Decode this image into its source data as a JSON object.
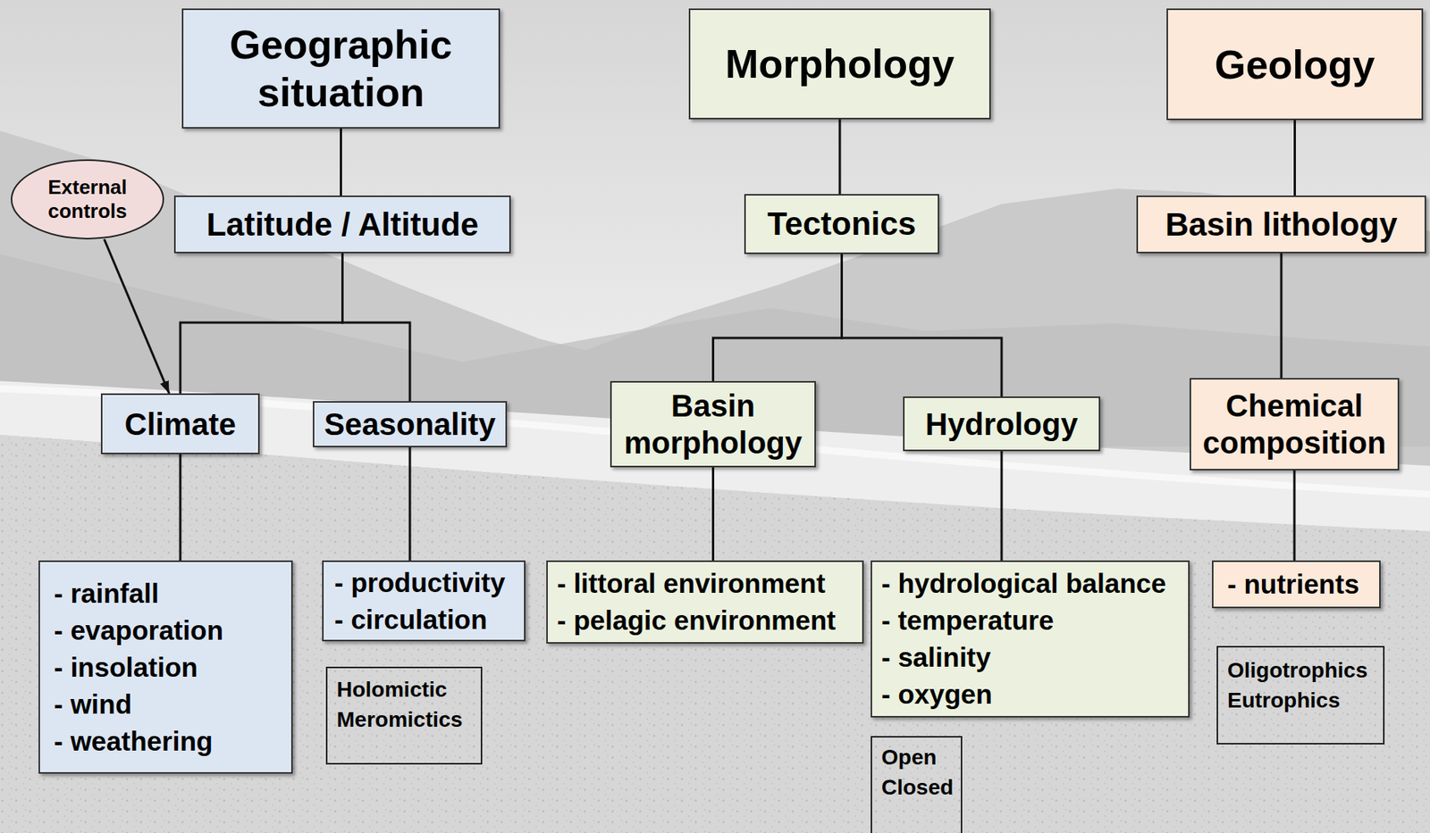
{
  "diagram": {
    "nodes": [
      {
        "text": [
          "Geographic situation"
        ]
      },
      {
        "text": [
          "Morphology"
        ]
      },
      {
        "text": [
          "Geology"
        ]
      },
      {
        "text": [
          "External controls"
        ]
      },
      {
        "text": [
          "Latitude / Altitude"
        ]
      },
      {
        "text": [
          "Tectonics"
        ]
      },
      {
        "text": [
          "Basin lithology"
        ]
      },
      {
        "text": [
          "Climate"
        ]
      },
      {
        "text": [
          "Seasonality"
        ]
      },
      {
        "text": [
          "Basin morphology"
        ]
      },
      {
        "text": [
          "Hydrology"
        ]
      },
      {
        "text": [
          "Chemical composition"
        ]
      },
      {
        "text": [
          "- rainfall",
          "- evaporation",
          "- insolation",
          "- wind",
          "- weathering"
        ]
      },
      {
        "text": [
          "- productivity",
          "- circulation"
        ]
      },
      {
        "text": [
          "- littoral environment",
          "- pelagic environment"
        ]
      },
      {
        "text": [
          "- hydrological balance",
          "- temperature",
          "- salinity",
          "- oxygen"
        ]
      },
      {
        "text": [
          "- nutrients"
        ]
      },
      {
        "text": [
          "Holomictic",
          "Meromictics"
        ]
      },
      {
        "text": [
          "Open",
          "Closed"
        ]
      },
      {
        "text": [
          "Oligotrophics",
          "Eutrophics"
        ]
      }
    ],
    "edges": [
      {
        "from": 0,
        "to": 4,
        "arrow": "none"
      },
      {
        "from": 1,
        "to": 5,
        "arrow": "none"
      },
      {
        "from": 2,
        "to": 6,
        "arrow": "none"
      },
      {
        "from": 3,
        "to": 7,
        "arrow": "to"
      },
      {
        "from": 4,
        "to": 7,
        "arrow": "none"
      },
      {
        "from": 4,
        "to": 8,
        "arrow": "none"
      },
      {
        "from": 5,
        "to": 9,
        "arrow": "none"
      },
      {
        "from": 5,
        "to": 10,
        "arrow": "none"
      },
      {
        "from": 6,
        "to": 11,
        "arrow": "none"
      },
      {
        "from": 7,
        "to": 12,
        "arrow": "none"
      },
      {
        "from": 8,
        "to": 13,
        "arrow": "none"
      },
      {
        "from": 9,
        "to": 14,
        "arrow": "none"
      },
      {
        "from": 10,
        "to": 15,
        "arrow": "none"
      },
      {
        "from": 11,
        "to": 16,
        "arrow": "none"
      }
    ]
  }
}
